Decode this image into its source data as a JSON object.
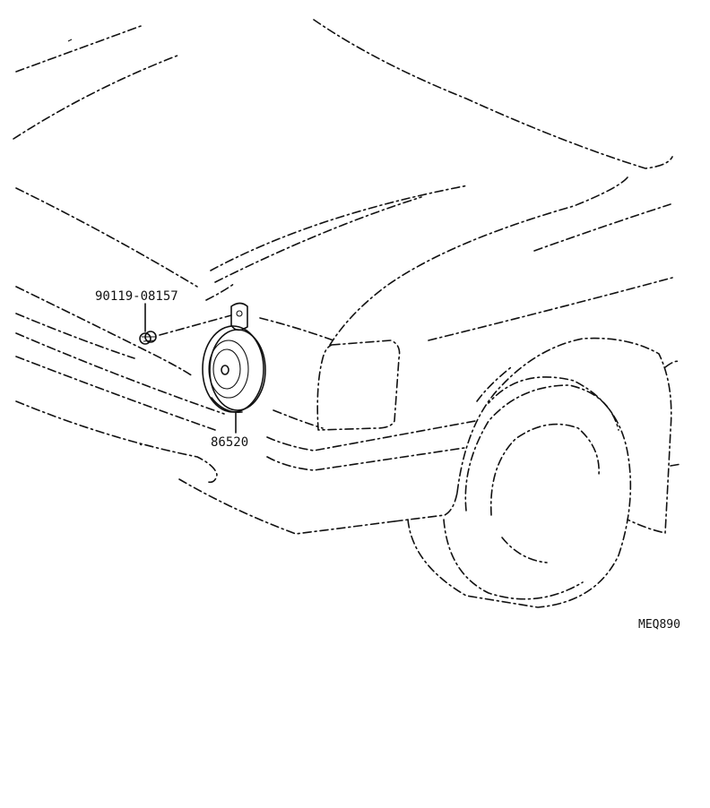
{
  "diagram": {
    "parts": [
      {
        "number": "90119-08157"
      },
      {
        "number": "86520"
      }
    ],
    "drawing_code": "MEQ890"
  }
}
